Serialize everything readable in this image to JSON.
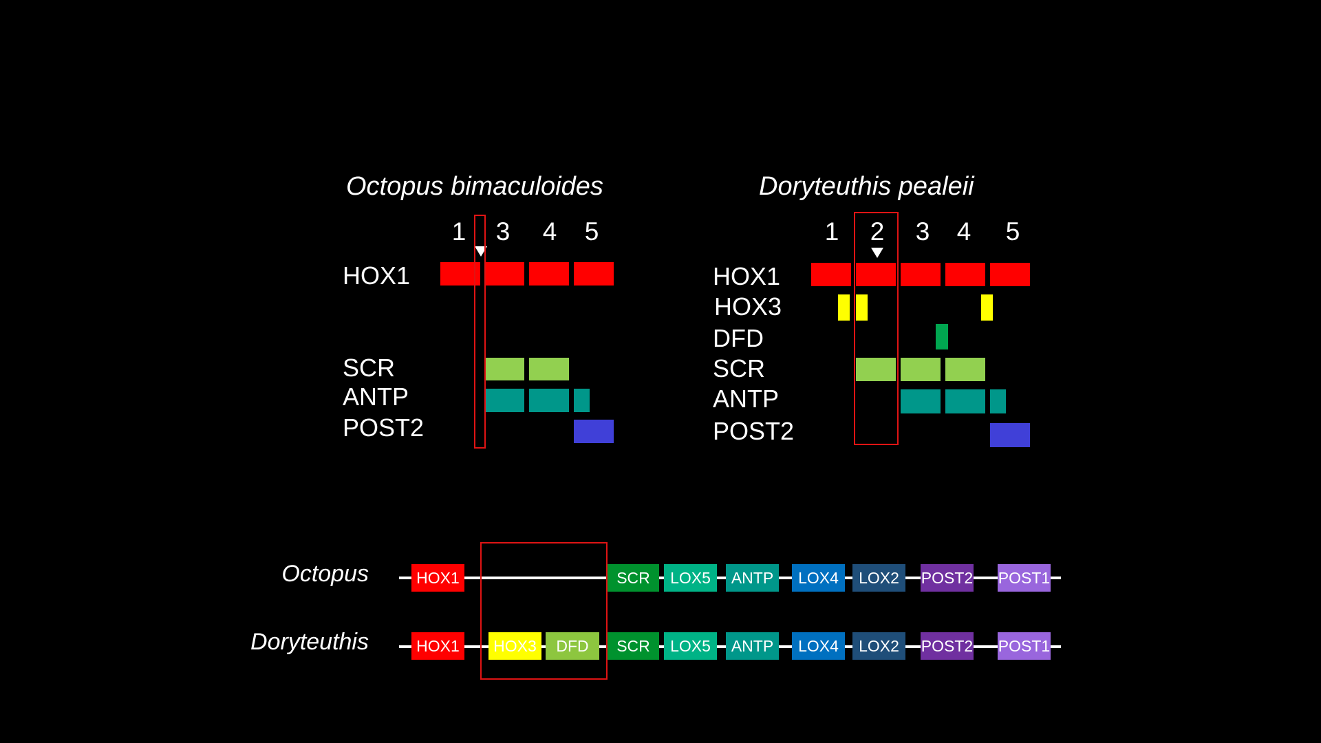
{
  "panels": {
    "octopus": {
      "title": "Octopus bimaculoides",
      "columns": [
        "1",
        "3",
        "4",
        "5"
      ],
      "rows": [
        "HOX1",
        "SCR",
        "ANTP",
        "POST2"
      ]
    },
    "doryteuthis": {
      "title": "Doryteuthis pealeii",
      "columns": [
        "1",
        "2",
        "3",
        "4",
        "5"
      ],
      "rows": [
        "HOX1",
        "HOX3",
        "DFD",
        "SCR",
        "ANTP",
        "POST2"
      ]
    }
  },
  "clusters": {
    "octopus": {
      "label": "Octopus",
      "genes": [
        "HOX1",
        "SCR",
        "LOX5",
        "ANTP",
        "LOX4",
        "LOX2",
        "POST2",
        "POST1"
      ]
    },
    "doryteuthis": {
      "label": "Doryteuthis",
      "genes": [
        "HOX1",
        "HOX3",
        "DFD",
        "SCR",
        "LOX5",
        "ANTP",
        "LOX4",
        "LOX2",
        "POST2",
        "POST1"
      ]
    }
  },
  "colors": {
    "HOX1": "#ff0000",
    "HOX3": "#ffff00",
    "DFD_bar": "#00a650",
    "DFD_box": "#8dc63f",
    "SCR_bar": "#92d050",
    "SCR_box": "#00922e",
    "LOX5": "#00b386",
    "ANTP": "#00978a",
    "LOX4": "#0070c0",
    "LOX2": "#1f4e79",
    "POST2_bar": "#4040d8",
    "POST2_box": "#7030a0",
    "POST1": "#9966dd",
    "highlight": "#e01414"
  }
}
